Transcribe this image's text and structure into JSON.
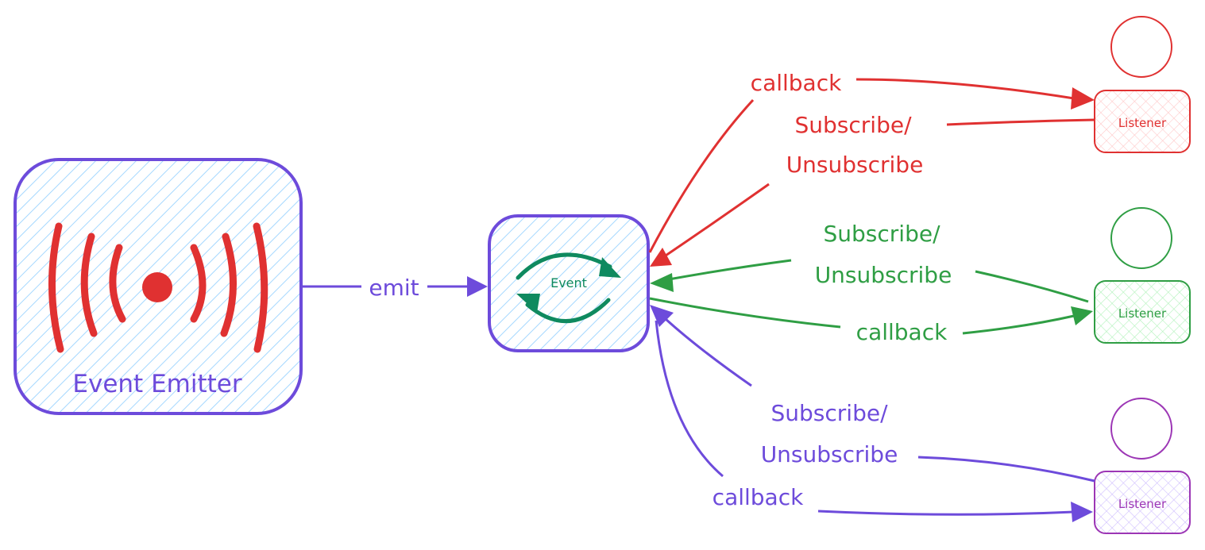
{
  "colors": {
    "purple": "#6d4bdb",
    "red": "#e03131",
    "green": "#2f9e44",
    "violet": "#9c36b5",
    "hatch_blue": "#a5d8ff",
    "event_icon": "#0f8a5f"
  },
  "emitter": {
    "label": "Event Emitter",
    "icon": "broadcast-icon"
  },
  "emit_label": "emit",
  "event_node": {
    "label": "Event",
    "icon": "cycle-arrows-icon"
  },
  "listeners": [
    {
      "label": "Listener",
      "color": "red",
      "subscribe_label_line1": "Subscribe/",
      "subscribe_label_line2": "Unsubscribe",
      "callback_label": "callback"
    },
    {
      "label": "Listener",
      "color": "green",
      "subscribe_label_line1": "Subscribe/",
      "subscribe_label_line2": "Unsubscribe",
      "callback_label": "callback"
    },
    {
      "label": "Listener",
      "color": "violet",
      "subscribe_label_line1": "Subscribe/",
      "subscribe_label_line2": "Unsubscribe",
      "callback_label": "callback"
    }
  ]
}
